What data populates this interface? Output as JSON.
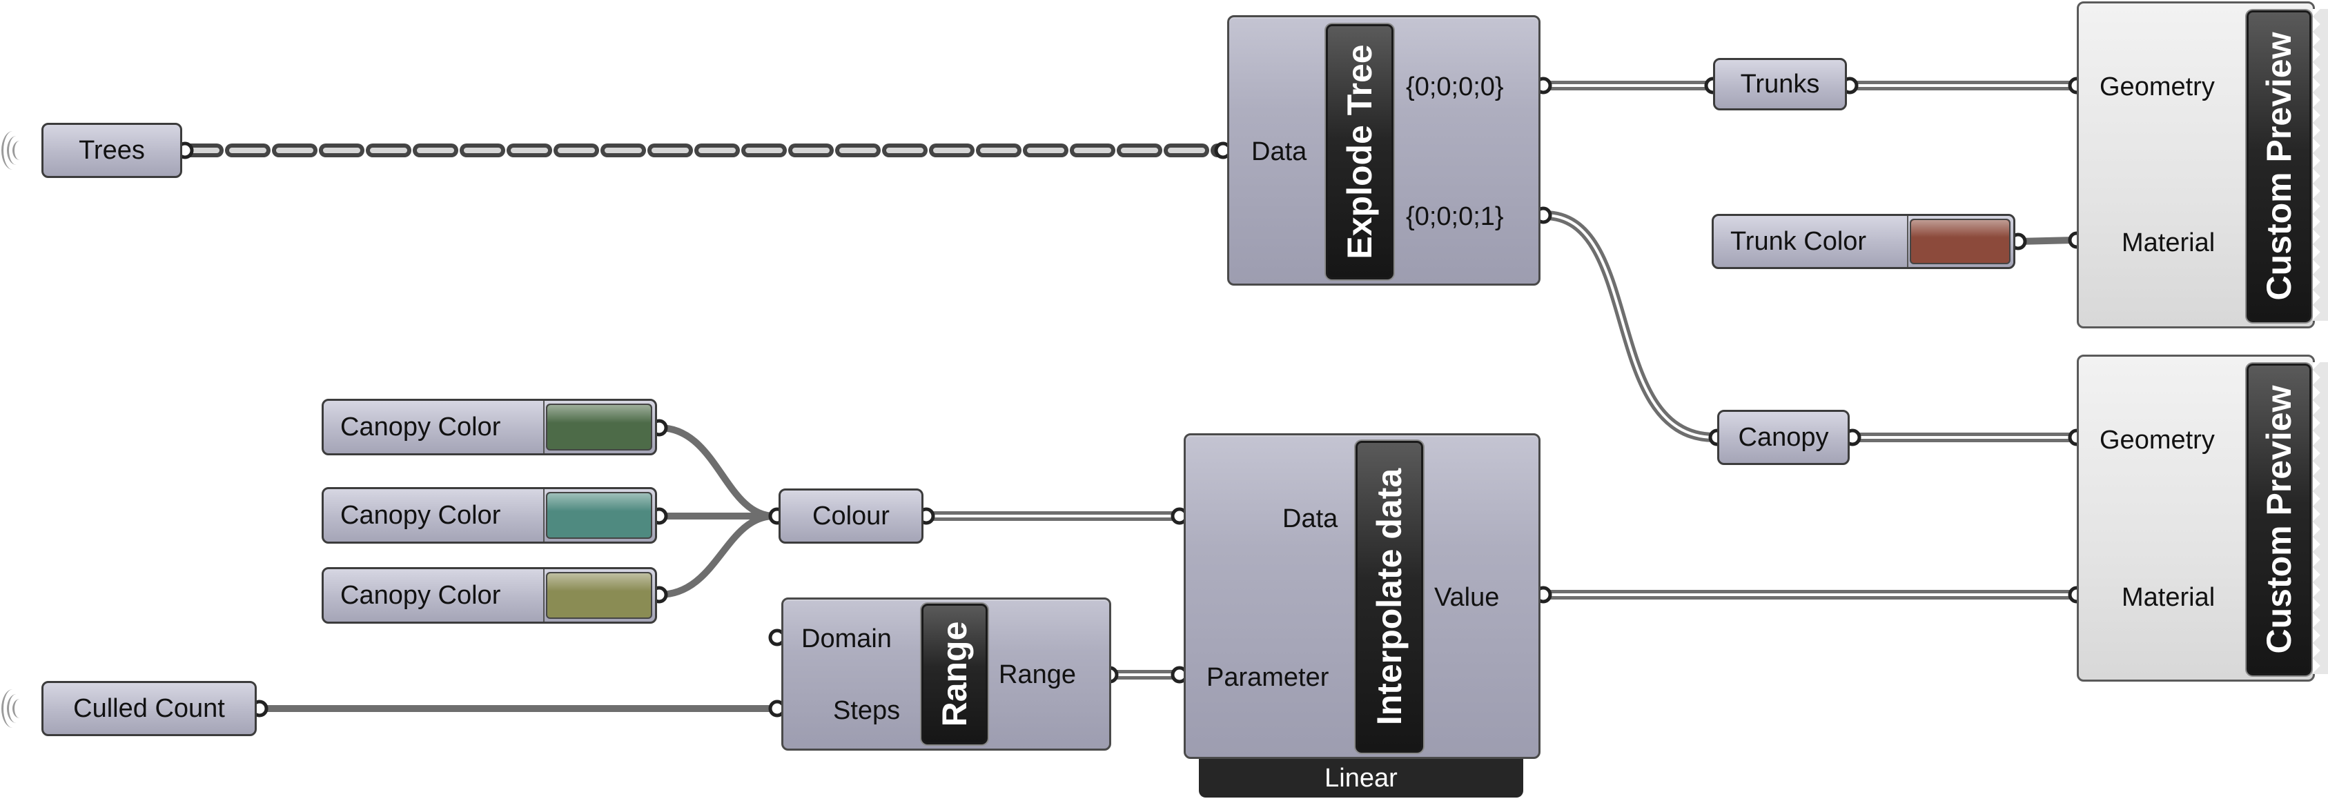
{
  "params": {
    "trees": "Trees",
    "trunks": "Trunks",
    "canopy": "Canopy",
    "colour": "Colour",
    "culled_count": "Culled Count"
  },
  "explode_tree": {
    "title": "Explode Tree",
    "input": "Data",
    "outputs": [
      "{0;0;0;0}",
      "{0;0;0;1}"
    ]
  },
  "interpolate": {
    "title": "Interpolate data",
    "inputs": [
      "Data",
      "Parameter"
    ],
    "output": "Value",
    "footer": "Linear"
  },
  "range": {
    "title": "Range",
    "inputs": [
      "Domain",
      "Steps"
    ],
    "output": "Range"
  },
  "custom_preview_1": {
    "title": "Custom Preview",
    "inputs": [
      "Geometry",
      "Material"
    ]
  },
  "custom_preview_2": {
    "title": "Custom Preview",
    "inputs": [
      "Geometry",
      "Material"
    ]
  },
  "swatches": [
    {
      "label": "Trunk Color",
      "color": "#8c4a3b"
    },
    {
      "label": "Canopy Color",
      "color": "#4d6b48"
    },
    {
      "label": "Canopy Color",
      "color": "#4f8a80"
    },
    {
      "label": "Canopy Color",
      "color": "#8a8c54"
    }
  ],
  "colors": {
    "wire": "#6e6e6e",
    "component_bar": "#262626"
  }
}
